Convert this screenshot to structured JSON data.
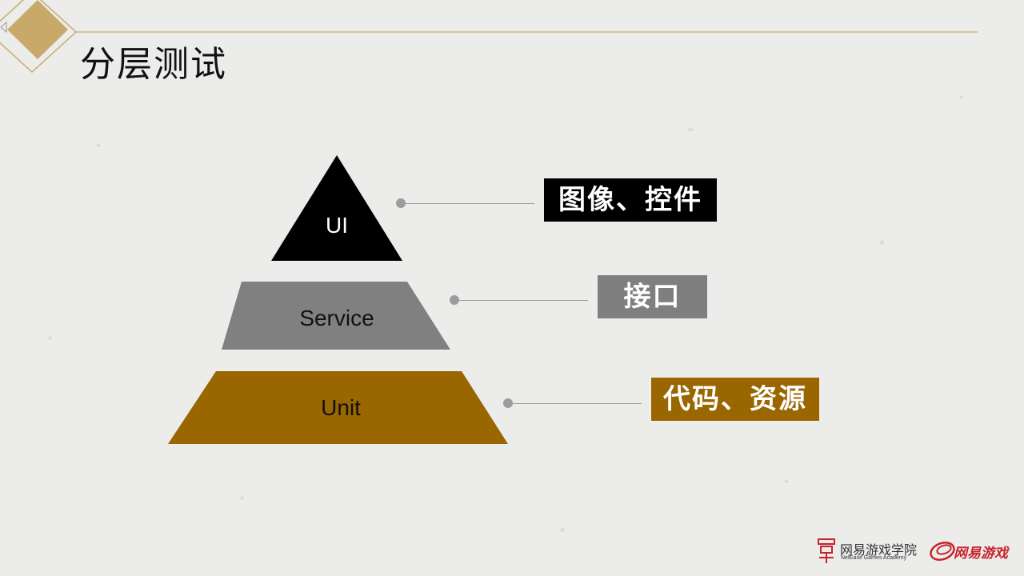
{
  "slide": {
    "title": "分层测试"
  },
  "pyramid": {
    "layers": [
      {
        "name": "UI",
        "description": "图像、控件",
        "color": "#000000",
        "box_color": "#000000"
      },
      {
        "name": "Service",
        "description": "接口",
        "color": "#808080",
        "box_color": "#7f7f7f"
      },
      {
        "name": "Unit",
        "description": "代码、资源",
        "color": "#996600",
        "box_color": "#996600"
      }
    ]
  },
  "footer": {
    "academy_name_cn": "网易游戏学院",
    "academy_name_en": "NetEase Games Academy",
    "games_logo_text": "网易游戏"
  },
  "colors": {
    "accent_gold": "#c8a96a",
    "background": "#ececeb"
  }
}
